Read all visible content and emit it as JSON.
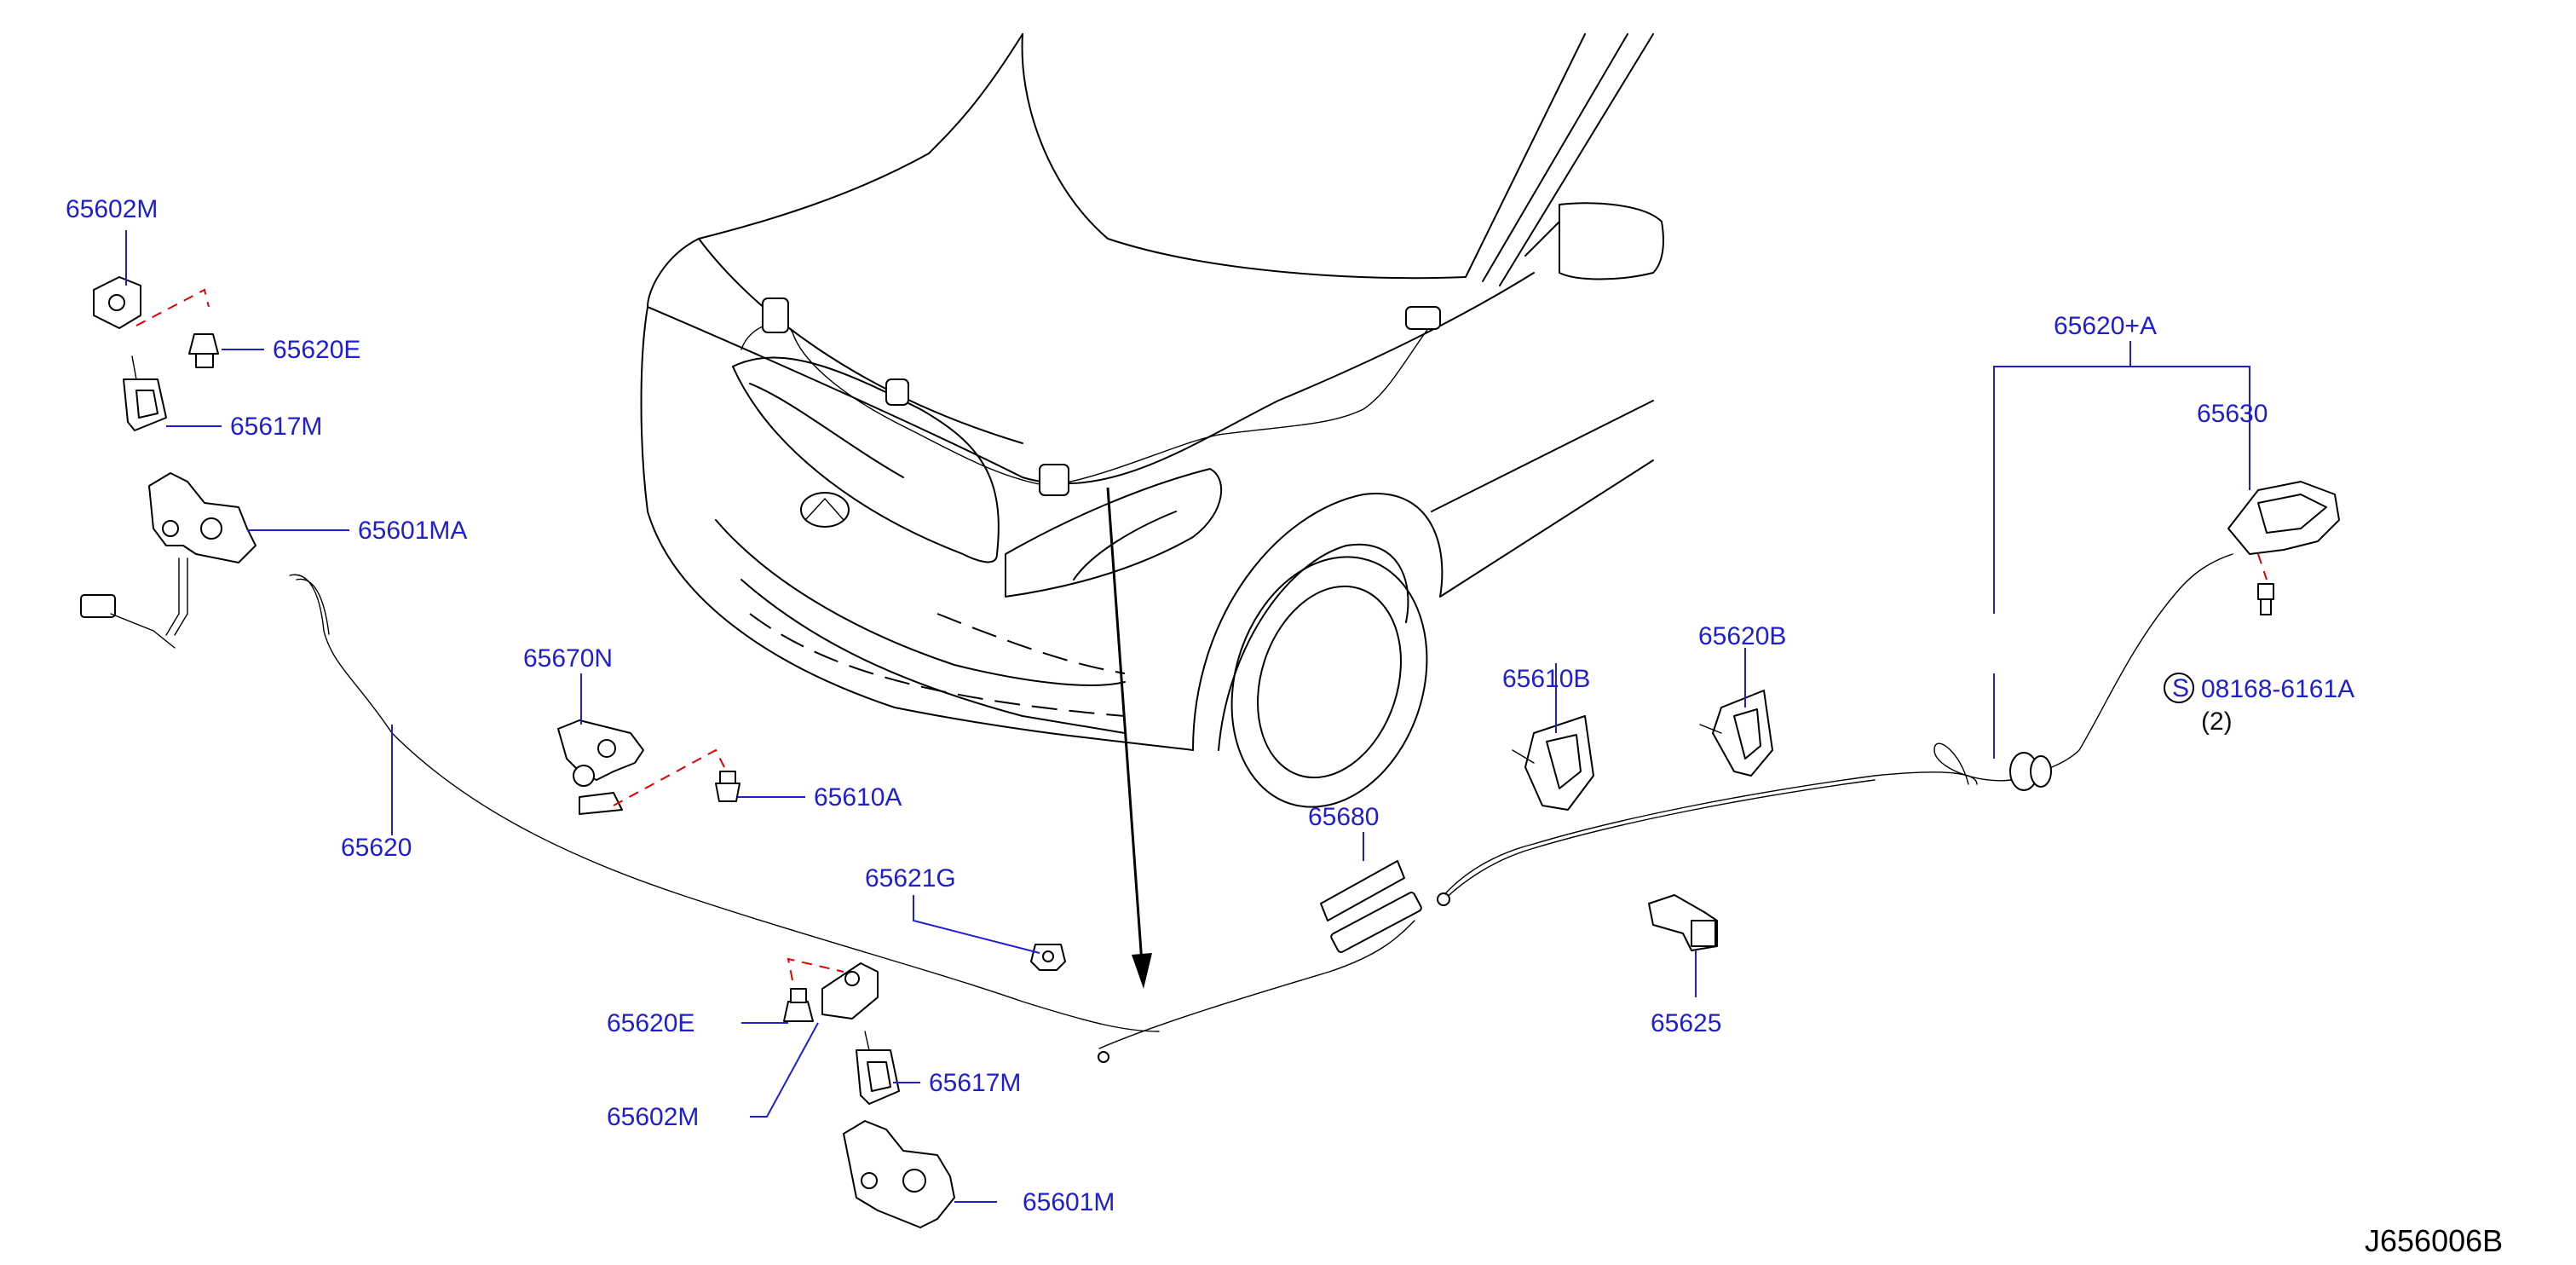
{
  "diagram_code": "J656006B",
  "labels": {
    "p65602M_top": "65602M",
    "p65620E_top": "65620E",
    "p65617M_top": "65617M",
    "p65601MA": "65601MA",
    "p65620": "65620",
    "p65670N": "65670N",
    "p65610A": "65610A",
    "p65621G": "65621G",
    "p65620E_bot": "65620E",
    "p65602M_bot": "65602M",
    "p65617M_bot": "65617M",
    "p65601M": "65601M",
    "p65680": "65680",
    "p65610B": "65610B",
    "p65620B": "65620B",
    "p65625": "65625",
    "p65620A": "65620+A",
    "p65630": "65630",
    "bolt_code": "08168-6161A",
    "bolt_symbol": "S",
    "bolt_qty": "(2)"
  },
  "colors": {
    "label_blue": "#1f1fcf",
    "line_black": "#000000",
    "accent_red": "#e00000",
    "background": "#ffffff"
  }
}
